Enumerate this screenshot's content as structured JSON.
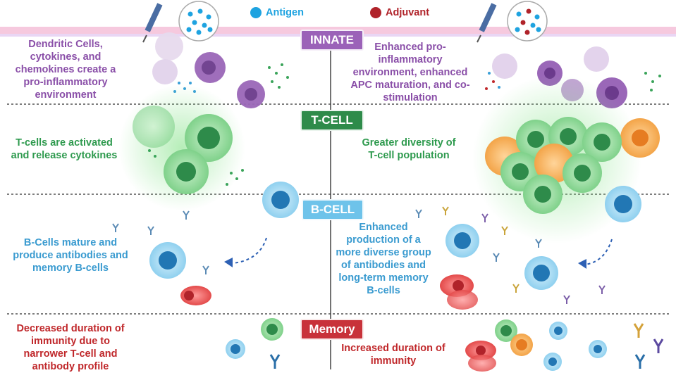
{
  "legend": {
    "antigen": {
      "label": "Antigen",
      "color": "#1ea3e0"
    },
    "adjuvant": {
      "label": "Adjuvant",
      "color": "#b0232a"
    }
  },
  "sections": {
    "innate": {
      "label": "INNATE",
      "color": "#9b62b8"
    },
    "tcell": {
      "label": "T-CELL",
      "color": "#2e8b4a"
    },
    "bcell": {
      "label": "B-CELL",
      "color": "#6ec3ea"
    },
    "memory": {
      "label": "Memory",
      "color": "#c8323a"
    }
  },
  "left": {
    "innate": "Dendritic Cells, cytokines, and chemokines create a pro-inflammatory environment",
    "tcell": "T-cells are activated and release cytokines",
    "bcell": "B-Cells mature and produce antibodies and memory B-cells",
    "memory": "Decreased duration of immunity due to narrower T-cell and antibody profile"
  },
  "right": {
    "innate": "Enhanced pro-inflammatory environment, enhanced APC maturation, and co-stimulation",
    "tcell": "Greater diversity of T-cell population",
    "bcell": "Enhanced production of a more diverse group of antibodies and long-term memory B-cells",
    "memory": "Increased duration of immunity"
  }
}
